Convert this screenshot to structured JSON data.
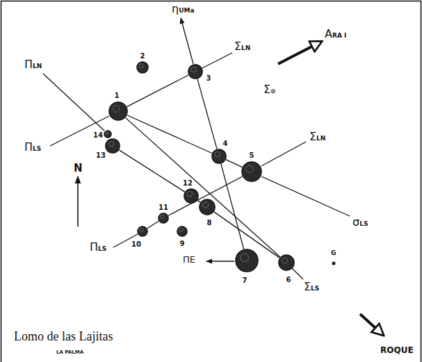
{
  "diagram": {
    "title": "Lomo de las Lajitas",
    "nodes": [
      {
        "text": [
          "1"
        ]
      },
      {
        "text": [
          "2"
        ]
      },
      {
        "text": [
          "3"
        ]
      },
      {
        "text": [
          "4"
        ]
      },
      {
        "text": [
          "5"
        ]
      },
      {
        "text": [
          "6"
        ]
      },
      {
        "text": [
          "7"
        ]
      },
      {
        "text": [
          "8"
        ]
      },
      {
        "text": [
          "9"
        ]
      },
      {
        "text": [
          "10"
        ]
      },
      {
        "text": [
          "11"
        ]
      },
      {
        "text": [
          "12"
        ]
      },
      {
        "text": [
          "13"
        ]
      },
      {
        "text": [
          "14"
        ]
      }
    ],
    "edges": [
      {
        "from": 0,
        "to": 2,
        "arrow": "none"
      },
      {
        "from": 0,
        "to": 3,
        "arrow": "none"
      },
      {
        "from": 3,
        "to": 4,
        "arrow": "none"
      },
      {
        "from": 2,
        "to": 3,
        "arrow": "none"
      },
      {
        "from": 3,
        "to": 6,
        "arrow": "none"
      },
      {
        "from": 0,
        "to": 5,
        "arrow": "none"
      },
      {
        "from": 12,
        "to": 11,
        "arrow": "none"
      },
      {
        "from": 11,
        "to": 7,
        "arrow": "none"
      },
      {
        "from": 7,
        "to": 5,
        "arrow": "none"
      },
      {
        "from": 9,
        "to": 10,
        "arrow": "none"
      },
      {
        "from": 10,
        "to": 4,
        "arrow": "none"
      }
    ],
    "labels": [
      "ηUMa",
      "ΣLN",
      "ΠLN",
      "ΣLN",
      "Σ⊙",
      "ARA I",
      "ΠLS",
      "ΠLS",
      "σLS",
      "ΠE",
      "ΣLS",
      "N",
      "G",
      "LA PALMA",
      "ROQUE"
    ]
  }
}
